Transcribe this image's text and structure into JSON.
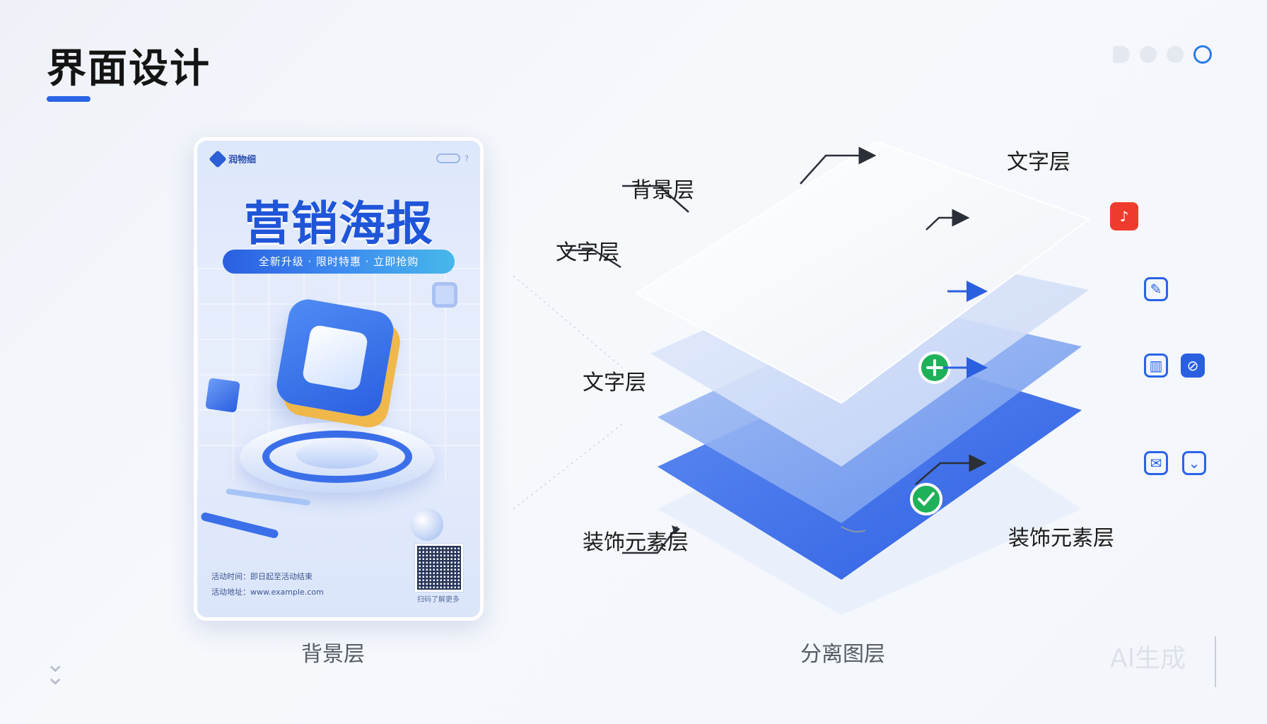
{
  "header": {
    "title": "界面设计"
  },
  "pager": {
    "total": 4,
    "active_index": 3
  },
  "poster": {
    "brand": "润物细",
    "headline": "营销海报",
    "subtitle": "全新升级 · 限时特惠 · 立即抢购",
    "footer_line1": "活动时间：即日起至活动结束",
    "footer_line2": "活动地址：www.example.com",
    "qr_caption": "扫码了解更多"
  },
  "captions": {
    "left": "背景层",
    "right": "分离图层"
  },
  "layers": {
    "label_bg_top": "背景层",
    "label_text_top_left": "文字层",
    "label_text_mid_left": "文字层",
    "label_deco_left": "装饰元素层",
    "label_text_right": "文字层",
    "label_deco_right": "装饰元素层",
    "plus_symbol": "+",
    "check_symbol": "✔"
  },
  "icons": {
    "red_badge": "douyin-icon",
    "edit": "edit-icon",
    "chart": "chart-icon",
    "link": "link-icon",
    "mail": "mail-icon",
    "dropdown": "chevron-down-icon"
  },
  "colors": {
    "accent": "#2a63e6",
    "red": "#ef3b2d",
    "green": "#1fb05a"
  },
  "watermark": "AI生成"
}
